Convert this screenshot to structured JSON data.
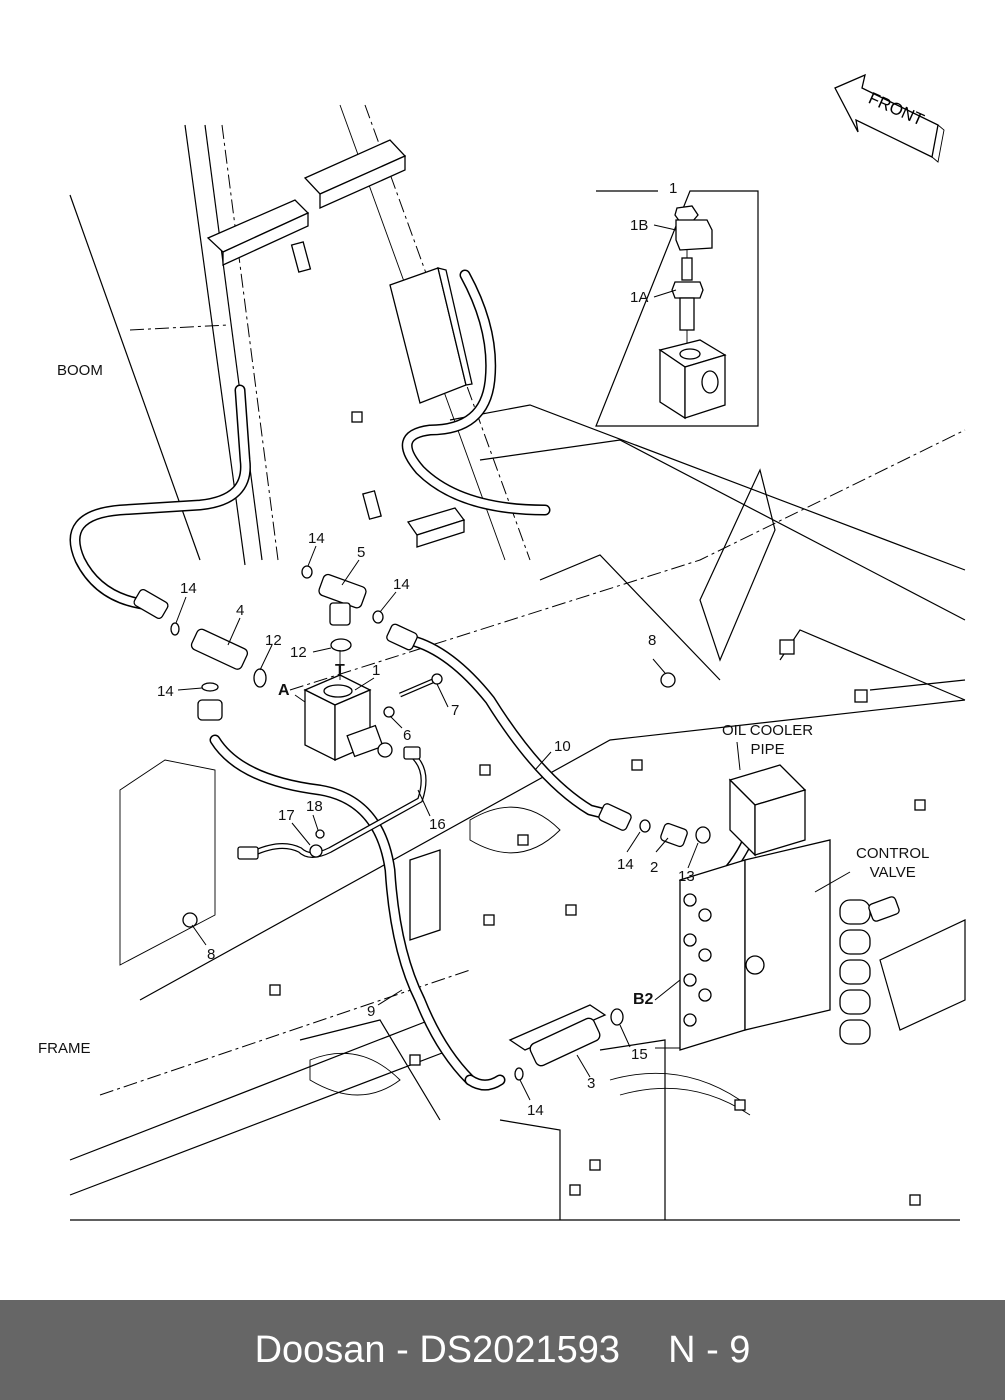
{
  "diagram": {
    "type": "exploded-parts-diagram",
    "direction_indicator": "FRONT",
    "area_labels": {
      "boom": "BOOM",
      "frame": "FRAME",
      "oil_cooler_pipe": [
        "OIL COOLER",
        "PIPE"
      ],
      "control_valve": [
        "CONTROL",
        "VALVE"
      ]
    },
    "detail_box": {
      "title": "1",
      "callouts": [
        "1B",
        "1A"
      ]
    },
    "port_labels": [
      "T",
      "A",
      "B2"
    ],
    "callouts": [
      {
        "id": "c-14a",
        "label": "14"
      },
      {
        "id": "c-5",
        "label": "5"
      },
      {
        "id": "c-14b",
        "label": "14"
      },
      {
        "id": "c-14c",
        "label": "14"
      },
      {
        "id": "c-4",
        "label": "4"
      },
      {
        "id": "c-12a",
        "label": "12"
      },
      {
        "id": "c-12b",
        "label": "12"
      },
      {
        "id": "c-1",
        "label": "1"
      },
      {
        "id": "c-14d",
        "label": "14"
      },
      {
        "id": "c-7",
        "label": "7"
      },
      {
        "id": "c-6",
        "label": "6"
      },
      {
        "id": "c-8a",
        "label": "8"
      },
      {
        "id": "c-10",
        "label": "10"
      },
      {
        "id": "c-16",
        "label": "16"
      },
      {
        "id": "c-17",
        "label": "17"
      },
      {
        "id": "c-18",
        "label": "18"
      },
      {
        "id": "c-14e",
        "label": "14"
      },
      {
        "id": "c-2",
        "label": "2"
      },
      {
        "id": "c-13",
        "label": "13"
      },
      {
        "id": "c-8b",
        "label": "8"
      },
      {
        "id": "c-9",
        "label": "9"
      },
      {
        "id": "c-15",
        "label": "15"
      },
      {
        "id": "c-3",
        "label": "3"
      },
      {
        "id": "c-14f",
        "label": "14"
      }
    ]
  },
  "footer": {
    "brand": "Doosan",
    "separator": "-",
    "part_number": "DS2021593",
    "page_ref": "N - 9"
  }
}
